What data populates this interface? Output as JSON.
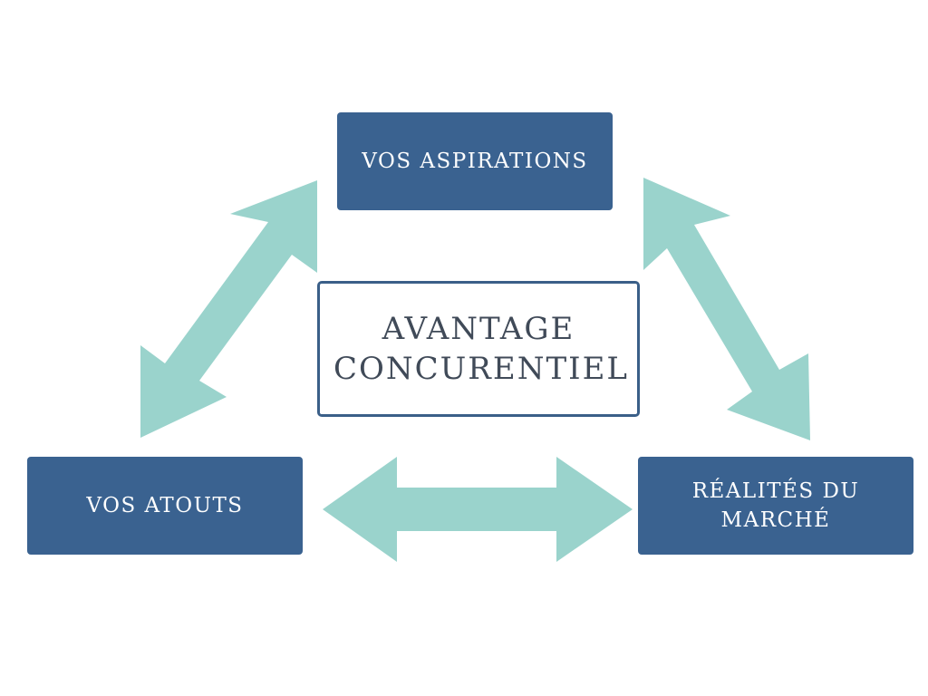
{
  "diagram": {
    "center_label": "AVANTAGE CONCURENTIEL",
    "nodes": {
      "aspirations": "VOS ASPIRATIONS",
      "atouts": "VOS ATOUTS",
      "marche": "RÉALITÉS DU MARCHÉ"
    },
    "connections": [
      {
        "from": "atouts",
        "to": "aspirations",
        "bidirectional": true
      },
      {
        "from": "aspirations",
        "to": "marche",
        "bidirectional": true
      },
      {
        "from": "atouts",
        "to": "marche",
        "bidirectional": true
      }
    ],
    "colors": {
      "node_fill": "#3a6290",
      "node_text": "#ffffff",
      "center_border": "#3a5f88",
      "center_text": "#404a58",
      "arrow_fill": "#9ad3cc",
      "background": "#ffffff"
    }
  }
}
